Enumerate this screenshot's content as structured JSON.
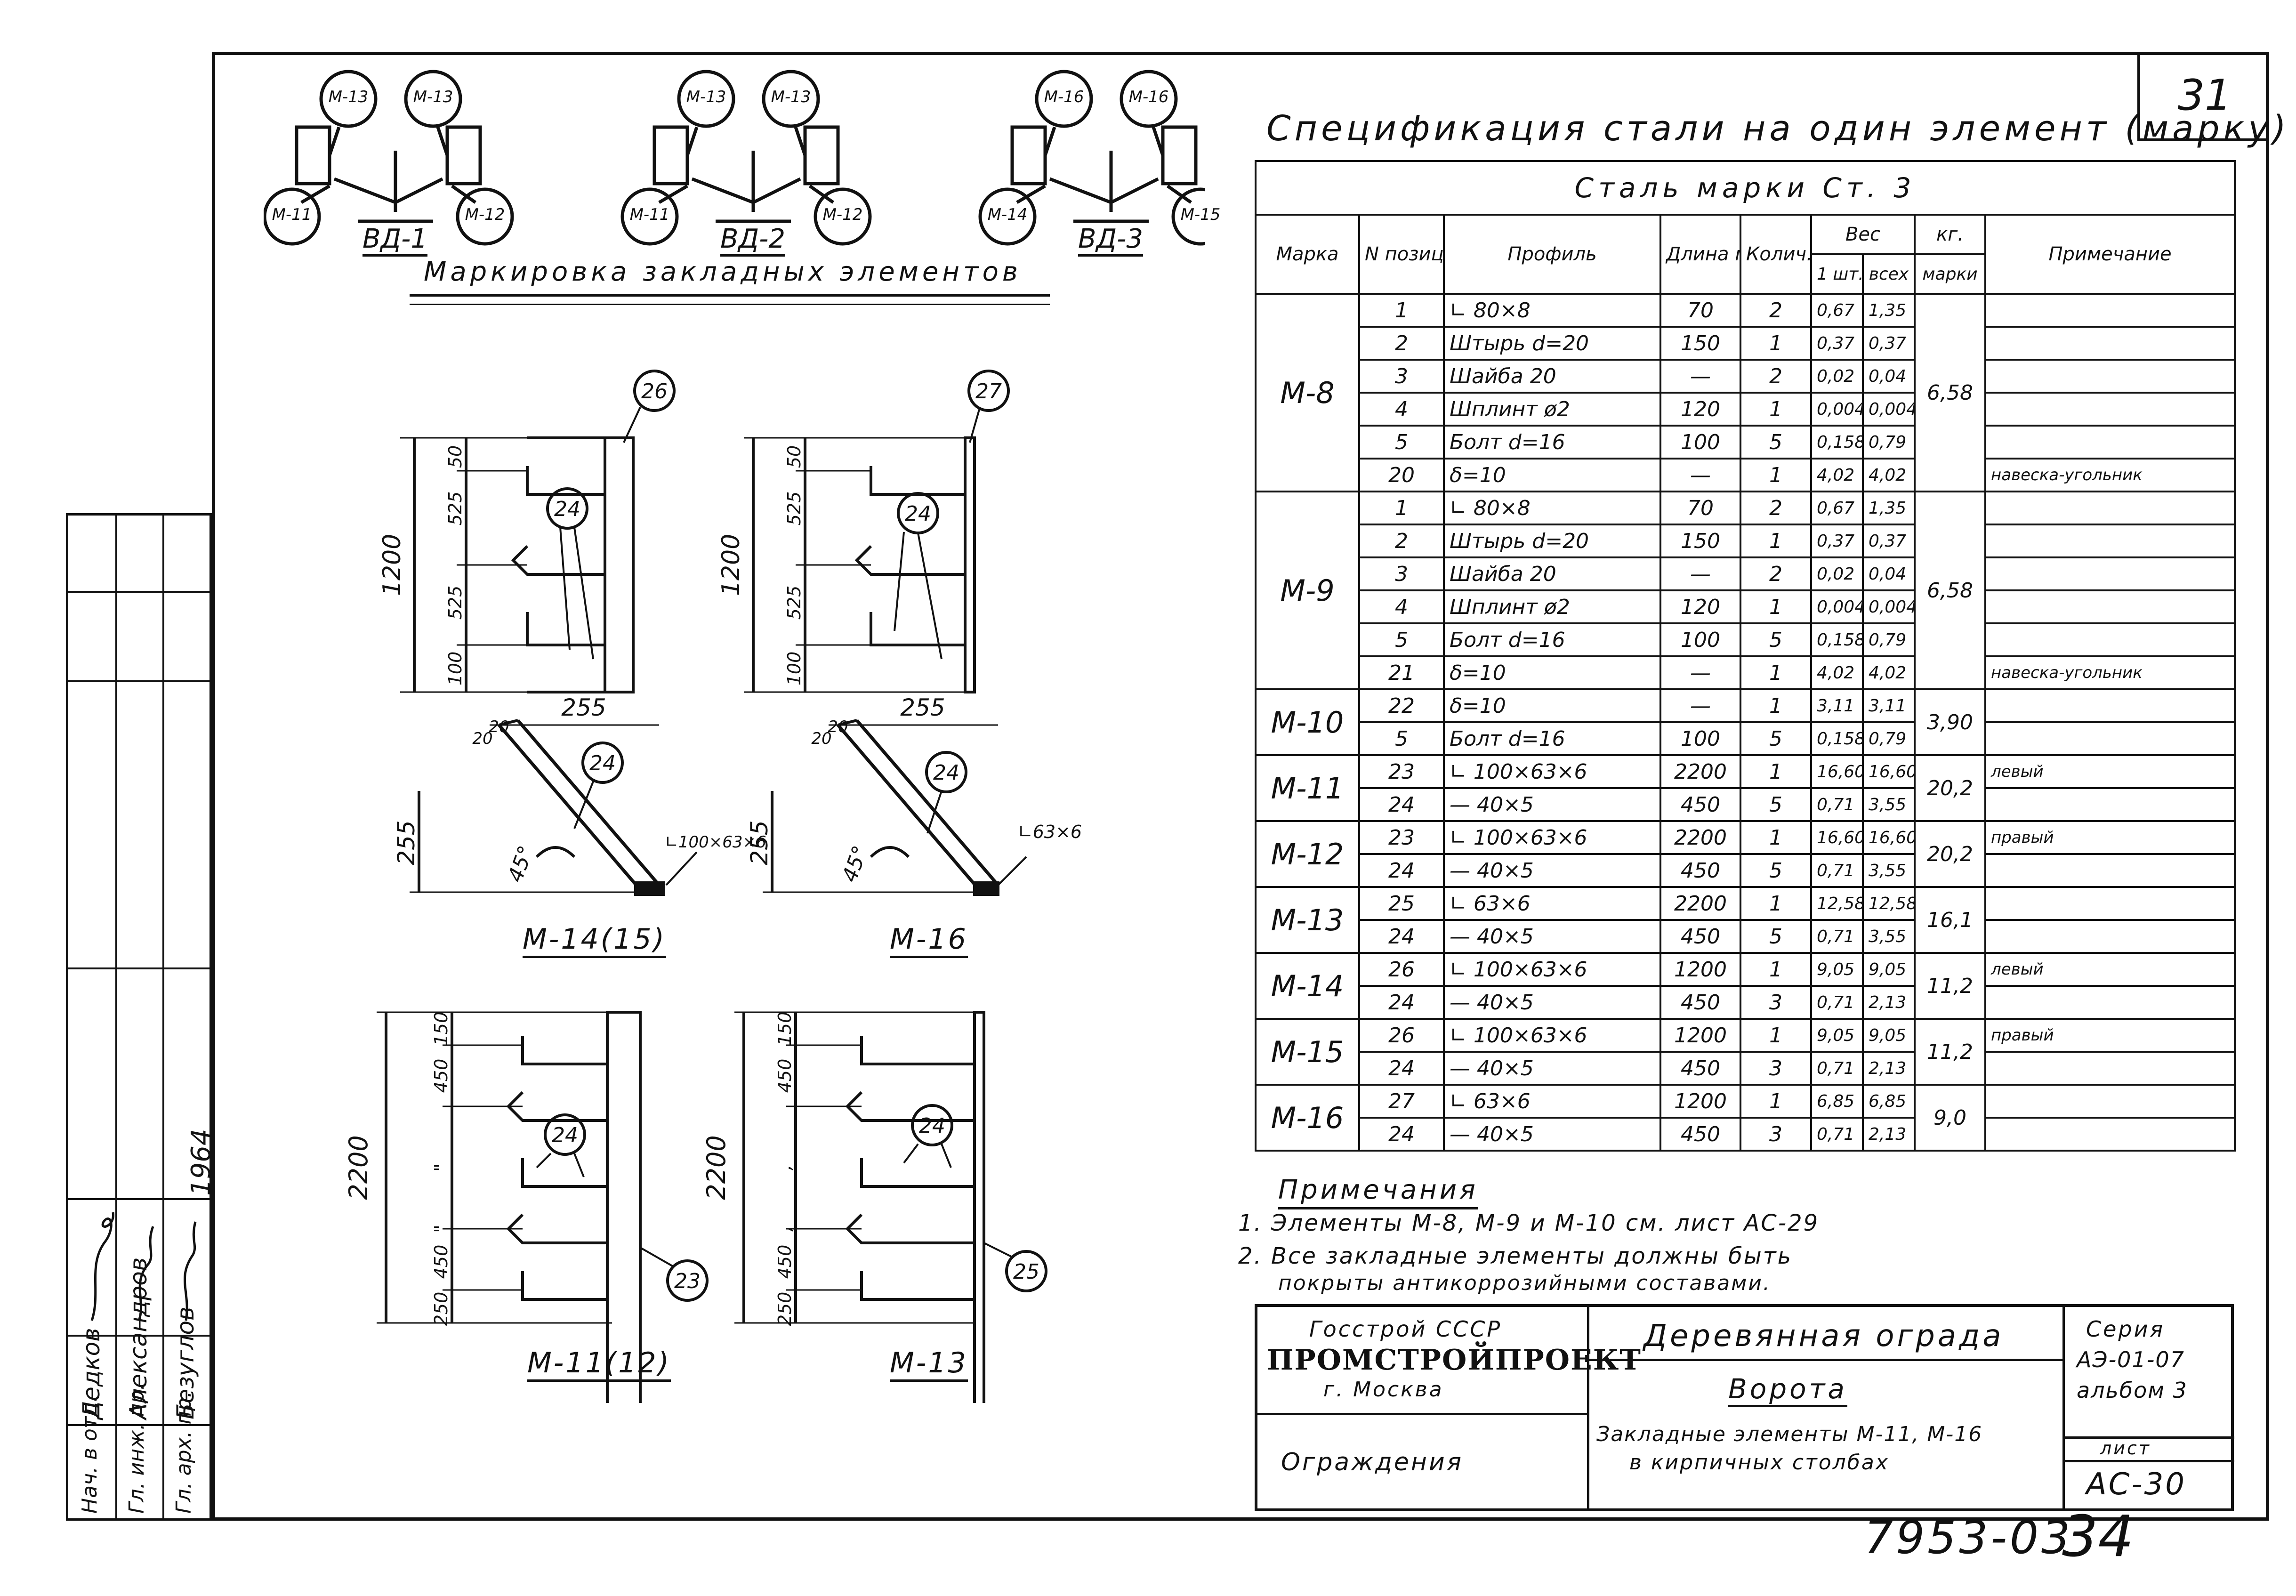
{
  "sheet_number": "31",
  "page_bottom_code": "7953-03",
  "page_bottom_number": "34",
  "marking": {
    "caption": "Маркировка закладных элементов",
    "groups": [
      {
        "label": "ВД-1",
        "top_left": "М-13",
        "top_right": "М-13",
        "bottom_left": "М-11",
        "bottom_right": "М-12"
      },
      {
        "label": "ВД-2",
        "top_left": "М-13",
        "top_right": "М-13",
        "bottom_left": "М-11",
        "bottom_right": "М-12"
      },
      {
        "label": "ВД-3",
        "top_left": "М-16",
        "top_right": "М-16",
        "bottom_left": "М-14",
        "bottom_right": "М-15"
      }
    ]
  },
  "drawings": {
    "top_left": {
      "callout_main": "26",
      "callout_part": "24",
      "dim_total": "1200",
      "dims": [
        "50",
        "525",
        "525",
        "100"
      ]
    },
    "top_right": {
      "callout_main": "27",
      "callout_part": "24",
      "dim_total": "1200",
      "dims": [
        "50",
        "525",
        "525",
        "100"
      ]
    },
    "mid_left": {
      "caption": "М-14(15)",
      "dim_w": "255",
      "dim_h": "255",
      "small_a": "20",
      "small_b": "20",
      "angle": "45°",
      "callout": "24",
      "profile": "∟100×63×6"
    },
    "mid_right": {
      "caption": "М-16",
      "dim_w": "255",
      "dim_h": "255",
      "small_a": "20",
      "small_b": "20",
      "angle": "45°",
      "callout": "24",
      "profile": "∟63×6"
    },
    "bottom_left": {
      "caption": "М-11(12)",
      "callout_part": "24",
      "callout_main": "23",
      "dim_total": "2200",
      "dims": [
        "150",
        "450",
        "450",
        "250"
      ],
      "ditto": "\""
    },
    "bottom_right": {
      "caption": "М-13",
      "callout_part": "24",
      "callout_main": "25",
      "dim_total": "2200",
      "dims": [
        "150",
        "450",
        "450",
        "250"
      ],
      "ditto": ","
    }
  },
  "spec": {
    "title": "Спецификация стали на один элемент (марку)",
    "steel": "Сталь марки Ст. 3",
    "headers": {
      "mark": "Марка",
      "pos": "N позиц",
      "profile": "Профиль",
      "length": "Длина мм",
      "qty": "Колич. шт.",
      "weight": "Вес",
      "unit": "кг.",
      "per_piece": "1 шт.",
      "all": "всех",
      "per_mark": "марки",
      "note": "Примечание"
    },
    "groups": [
      {
        "mark": "М-8",
        "total": "6,58",
        "rows": [
          {
            "pos": "1",
            "profile": "∟ 80×8",
            "length": "70",
            "qty": "2",
            "w1": "0,67",
            "wall": "1,35",
            "note": ""
          },
          {
            "pos": "2",
            "profile": "Штырь d=20",
            "length": "150",
            "qty": "1",
            "w1": "0,37",
            "wall": "0,37",
            "note": ""
          },
          {
            "pos": "3",
            "profile": "Шайба 20",
            "length": "—",
            "qty": "2",
            "w1": "0,02",
            "wall": "0,04",
            "note": ""
          },
          {
            "pos": "4",
            "profile": "Шплинт ø2",
            "length": "120",
            "qty": "1",
            "w1": "0,004",
            "wall": "0,004",
            "note": ""
          },
          {
            "pos": "5",
            "profile": "Болт d=16",
            "length": "100",
            "qty": "5",
            "w1": "0,158",
            "wall": "0,79",
            "note": ""
          },
          {
            "pos": "20",
            "profile": "δ=10",
            "length": "—",
            "qty": "1",
            "w1": "4,02",
            "wall": "4,02",
            "note": "навеска-угольник"
          }
        ]
      },
      {
        "mark": "М-9",
        "total": "6,58",
        "rows": [
          {
            "pos": "1",
            "profile": "∟ 80×8",
            "length": "70",
            "qty": "2",
            "w1": "0,67",
            "wall": "1,35",
            "note": ""
          },
          {
            "pos": "2",
            "profile": "Штырь d=20",
            "length": "150",
            "qty": "1",
            "w1": "0,37",
            "wall": "0,37",
            "note": ""
          },
          {
            "pos": "3",
            "profile": "Шайба 20",
            "length": "—",
            "qty": "2",
            "w1": "0,02",
            "wall": "0,04",
            "note": ""
          },
          {
            "pos": "4",
            "profile": "Шплинт ø2",
            "length": "120",
            "qty": "1",
            "w1": "0,004",
            "wall": "0,004",
            "note": ""
          },
          {
            "pos": "5",
            "profile": "Болт d=16",
            "length": "100",
            "qty": "5",
            "w1": "0,158",
            "wall": "0,79",
            "note": ""
          },
          {
            "pos": "21",
            "profile": "δ=10",
            "length": "—",
            "qty": "1",
            "w1": "4,02",
            "wall": "4,02",
            "note": "навеска-угольник"
          }
        ]
      },
      {
        "mark": "М-10",
        "total": "3,90",
        "rows": [
          {
            "pos": "22",
            "profile": "δ=10",
            "length": "—",
            "qty": "1",
            "w1": "3,11",
            "wall": "3,11",
            "note": ""
          },
          {
            "pos": "5",
            "profile": "Болт d=16",
            "length": "100",
            "qty": "5",
            "w1": "0,158",
            "wall": "0,79",
            "note": ""
          }
        ]
      },
      {
        "mark": "М-11",
        "total": "20,2",
        "rows": [
          {
            "pos": "23",
            "profile": "∟ 100×63×6",
            "length": "2200",
            "qty": "1",
            "w1": "16,60",
            "wall": "16,60",
            "note": "левый"
          },
          {
            "pos": "24",
            "profile": "— 40×5",
            "length": "450",
            "qty": "5",
            "w1": "0,71",
            "wall": "3,55",
            "note": ""
          }
        ]
      },
      {
        "mark": "М-12",
        "total": "20,2",
        "rows": [
          {
            "pos": "23",
            "profile": "∟ 100×63×6",
            "length": "2200",
            "qty": "1",
            "w1": "16,60",
            "wall": "16,60",
            "note": "правый"
          },
          {
            "pos": "24",
            "profile": "— 40×5",
            "length": "450",
            "qty": "5",
            "w1": "0,71",
            "wall": "3,55",
            "note": ""
          }
        ]
      },
      {
        "mark": "М-13",
        "total": "16,1",
        "rows": [
          {
            "pos": "25",
            "profile": "∟ 63×6",
            "length": "2200",
            "qty": "1",
            "w1": "12,58",
            "wall": "12,58",
            "note": ""
          },
          {
            "pos": "24",
            "profile": "— 40×5",
            "length": "450",
            "qty": "5",
            "w1": "0,71",
            "wall": "3,55",
            "note": ""
          }
        ]
      },
      {
        "mark": "М-14",
        "total": "11,2",
        "rows": [
          {
            "pos": "26",
            "profile": "∟ 100×63×6",
            "length": "1200",
            "qty": "1",
            "w1": "9,05",
            "wall": "9,05",
            "note": "левый"
          },
          {
            "pos": "24",
            "profile": "— 40×5",
            "length": "450",
            "qty": "3",
            "w1": "0,71",
            "wall": "2,13",
            "note": ""
          }
        ]
      },
      {
        "mark": "М-15",
        "total": "11,2",
        "rows": [
          {
            "pos": "26",
            "profile": "∟ 100×63×6",
            "length": "1200",
            "qty": "1",
            "w1": "9,05",
            "wall": "9,05",
            "note": "правый"
          },
          {
            "pos": "24",
            "profile": "— 40×5",
            "length": "450",
            "qty": "3",
            "w1": "0,71",
            "wall": "2,13",
            "note": ""
          }
        ]
      },
      {
        "mark": "М-16",
        "total": "9,0",
        "rows": [
          {
            "pos": "27",
            "profile": "∟ 63×6",
            "length": "1200",
            "qty": "1",
            "w1": "6,85",
            "wall": "6,85",
            "note": ""
          },
          {
            "pos": "24",
            "profile": "— 40×5",
            "length": "450",
            "qty": "3",
            "w1": "0,71",
            "wall": "2,13",
            "note": ""
          }
        ]
      }
    ]
  },
  "notes": {
    "title": "Примечания",
    "items": [
      "1. Элементы М-8, М-9 и М-10 см. лист АС-29",
      "2. Все закладные элементы должны быть",
      "покрыты антикоррозийными составами."
    ]
  },
  "title_block": {
    "org1": "Госстрой СССР",
    "org2": "ПРОМСТРОЙПРОЕКТ",
    "org3": "г. Москва",
    "section": "Ограждения",
    "project": "Деревянная ограда",
    "object": "Ворота",
    "drawing_1": "Закладные элементы М-11, М-16",
    "drawing_2": "в кирпичных столбах",
    "series_label": "Серия",
    "series_1": "АЭ-01-07",
    "series_2": "альбом 3",
    "sheet_label": "лист",
    "sheet": "АС-30"
  },
  "stamp": {
    "year": "1964",
    "roles": [
      "Нач. в отд.",
      "Гл. инж. пр.",
      "Гл. арх. пр."
    ],
    "names": [
      "Дедков",
      "Александров",
      "Безуглов"
    ],
    "signatures": [
      "signature",
      "signature",
      "signature"
    ]
  }
}
